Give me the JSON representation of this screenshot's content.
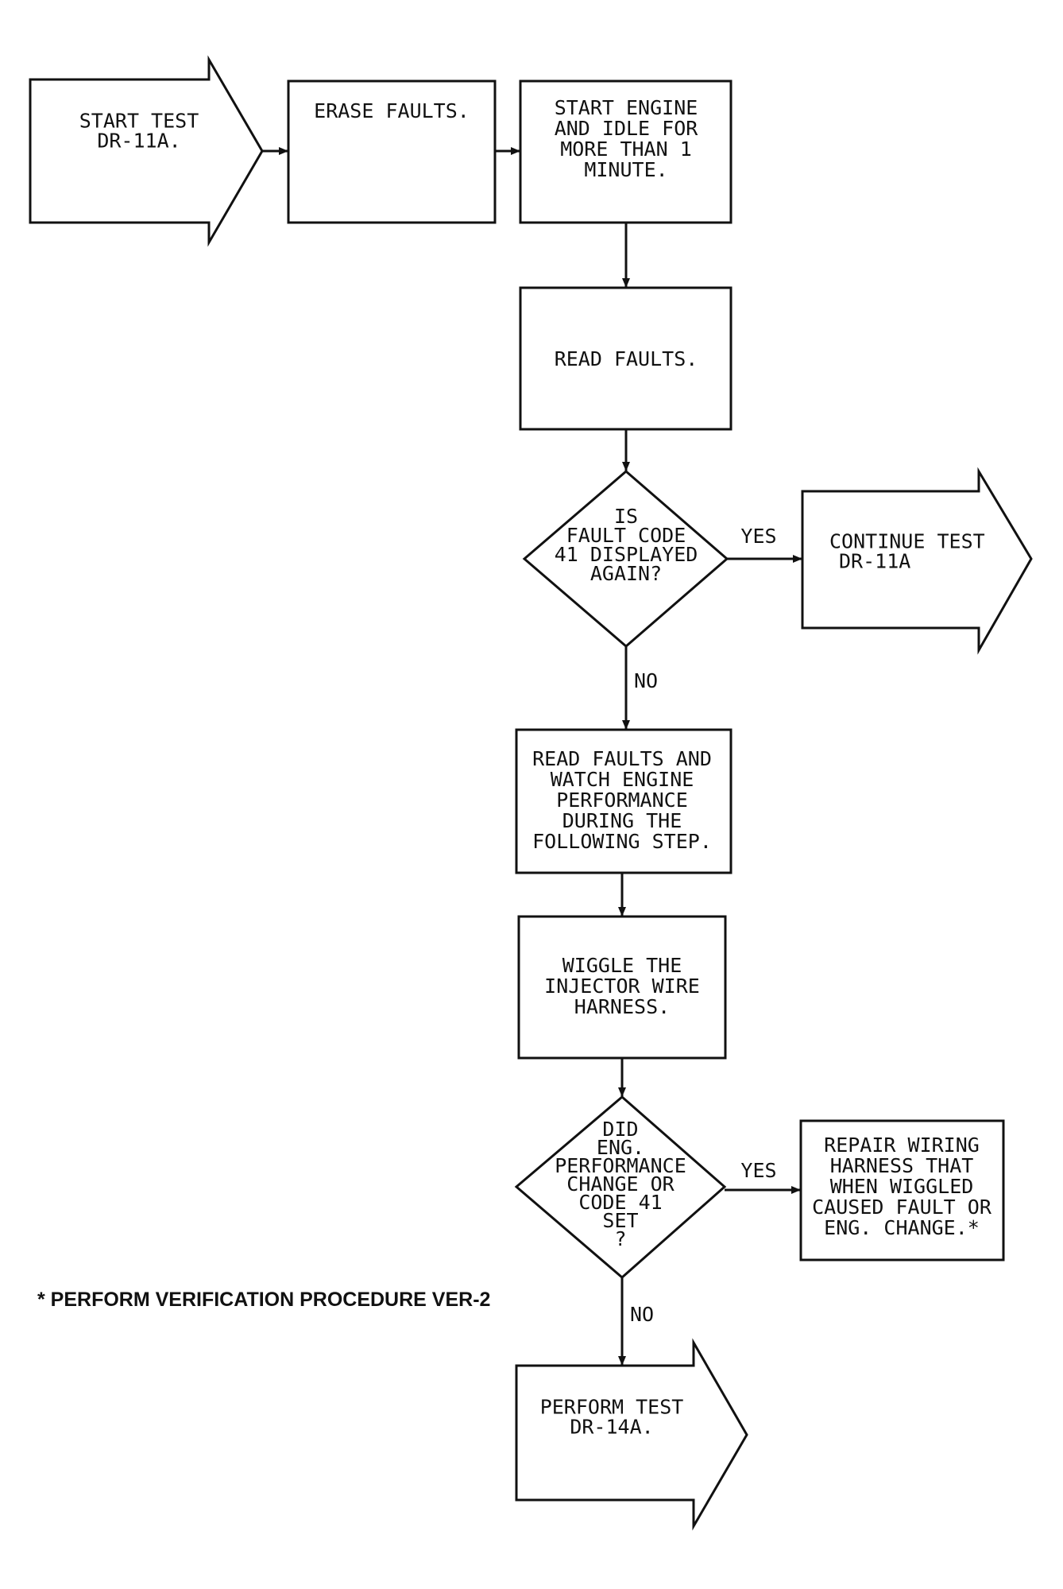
{
  "nodes": {
    "start": {
      "lines": [
        "START TEST",
        "DR-11A."
      ]
    },
    "erase": {
      "lines": [
        "ERASE FAULTS."
      ]
    },
    "idle": {
      "lines": [
        "START ENGINE",
        "AND IDLE FOR",
        "MORE THAN 1",
        "MINUTE."
      ]
    },
    "read1": {
      "lines": [
        "READ FAULTS."
      ]
    },
    "q41": {
      "lines": [
        "IS",
        "FAULT CODE",
        "41 DISPLAYED",
        "AGAIN?"
      ]
    },
    "cont": {
      "lines": [
        "CONTINUE TEST",
        "DR-11A"
      ]
    },
    "read2": {
      "lines": [
        "READ FAULTS AND",
        "WATCH ENGINE",
        "PERFORMANCE",
        "DURING THE",
        "FOLLOWING STEP."
      ]
    },
    "wiggle": {
      "lines": [
        "WIGGLE THE",
        "INJECTOR WIRE",
        "HARNESS."
      ]
    },
    "qperf": {
      "lines": [
        "DID",
        "ENG.",
        "PERFORMANCE",
        "CHANGE OR",
        "CODE 41",
        "SET",
        "?"
      ]
    },
    "repair": {
      "lines": [
        "REPAIR WIRING",
        "HARNESS THAT",
        "WHEN WIGGLED",
        "CAUSED FAULT OR",
        "ENG. CHANGE.*"
      ]
    },
    "perform": {
      "lines": [
        "PERFORM TEST",
        "DR-14A."
      ]
    }
  },
  "edge_labels": {
    "q41_yes": "YES",
    "q41_no": "NO",
    "qperf_yes": "YES",
    "qperf_no": "NO"
  },
  "footnote": "* PERFORM VERIFICATION PROCEDURE VER-2",
  "colors": {
    "ink": "#111111",
    "background": "#ffffff"
  }
}
